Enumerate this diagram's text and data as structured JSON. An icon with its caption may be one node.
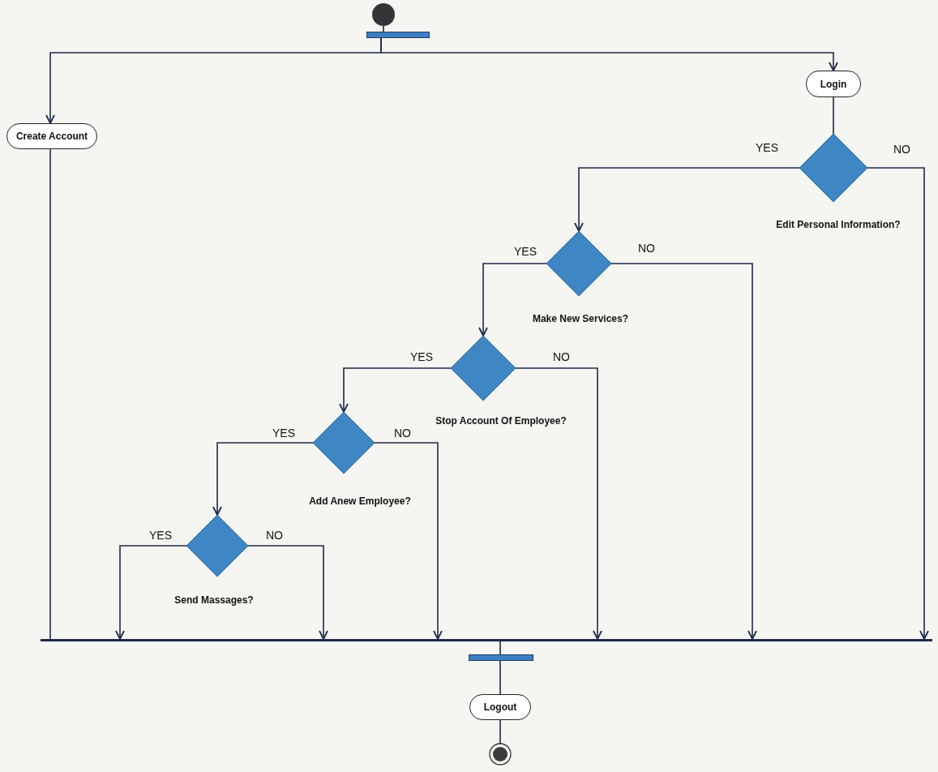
{
  "diagram": {
    "nodes": [
      {
        "text": [],
        "shape": "circle"
      },
      {
        "text": [],
        "shape": "bar"
      },
      {
        "text": [
          "Create Account"
        ]
      },
      {
        "text": [
          "Login"
        ]
      },
      {
        "text": [
          "Edit Personal Information?"
        ]
      },
      {
        "text": [
          "Make New Services?"
        ]
      },
      {
        "text": [
          "Stop Account Of Employee?"
        ]
      },
      {
        "text": [
          "Add Anew Employee?"
        ]
      },
      {
        "text": [
          "Send Massages?"
        ]
      },
      {
        "text": [],
        "shape": "bar"
      },
      {
        "text": [],
        "shape": "bar"
      },
      {
        "text": [
          "Logout"
        ]
      },
      {
        "text": [],
        "shape": "circle"
      }
    ],
    "edges": [
      {
        "from": 0,
        "to": 1,
        "arrow": "none"
      },
      {
        "from": 1,
        "to": 2,
        "arrow": "to"
      },
      {
        "from": 1,
        "to": 3,
        "arrow": "to"
      },
      {
        "from": 3,
        "to": 4,
        "arrow": "none"
      },
      {
        "from": 4,
        "to": 5,
        "arrow": "to",
        "label": "YES"
      },
      {
        "from": 4,
        "to": 9,
        "arrow": "to",
        "label": "NO"
      },
      {
        "from": 5,
        "to": 6,
        "arrow": "to",
        "label": "YES"
      },
      {
        "from": 5,
        "to": 9,
        "arrow": "to",
        "label": "NO"
      },
      {
        "from": 6,
        "to": 7,
        "arrow": "to",
        "label": "YES"
      },
      {
        "from": 6,
        "to": 9,
        "arrow": "to",
        "label": "NO"
      },
      {
        "from": 7,
        "to": 8,
        "arrow": "to",
        "label": "YES"
      },
      {
        "from": 7,
        "to": 9,
        "arrow": "to",
        "label": "NO"
      },
      {
        "from": 8,
        "to": 9,
        "arrow": "to",
        "label": "YES"
      },
      {
        "from": 8,
        "to": 9,
        "arrow": "to",
        "label": "NO"
      },
      {
        "from": 2,
        "to": 9,
        "arrow": "none"
      },
      {
        "from": 9,
        "to": 10,
        "arrow": "none"
      },
      {
        "from": 10,
        "to": 11,
        "arrow": "none"
      },
      {
        "from": 11,
        "to": 12,
        "arrow": "none"
      }
    ]
  }
}
